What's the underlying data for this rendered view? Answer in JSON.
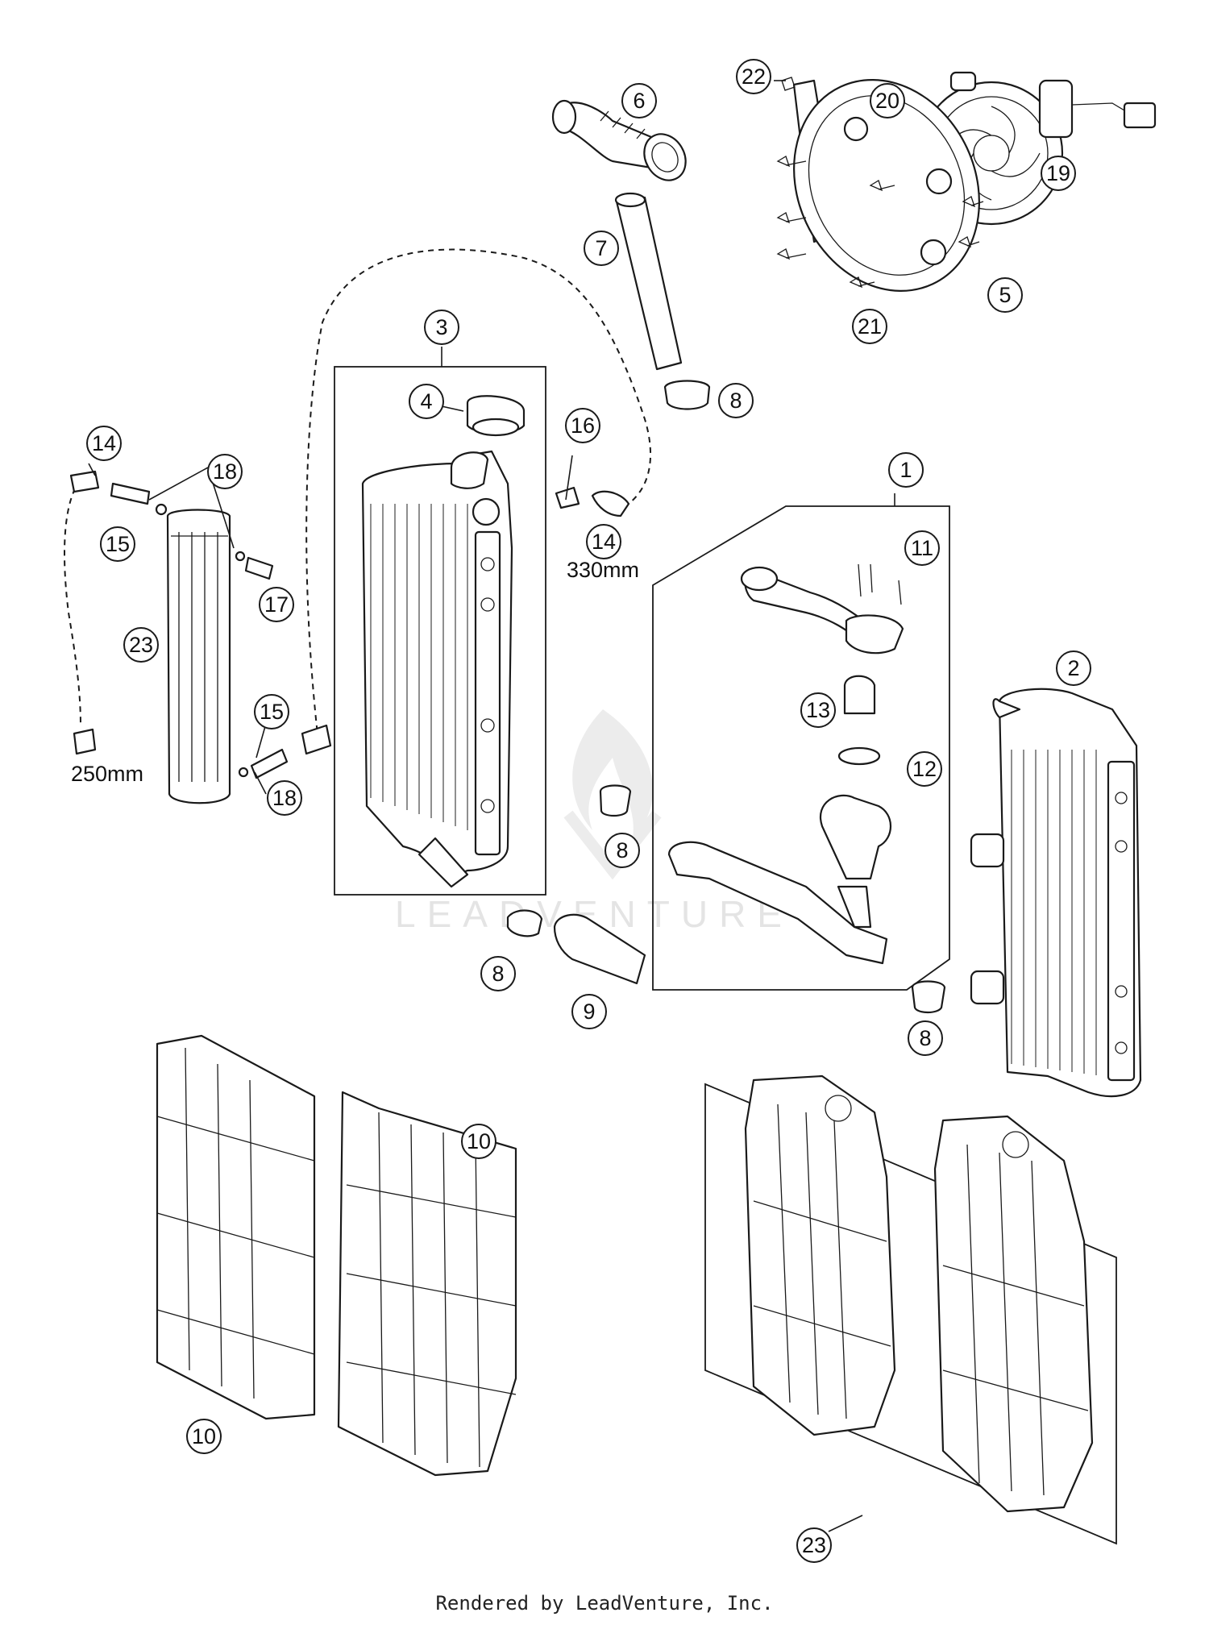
{
  "callouts": {
    "c1": "1",
    "c2": "2",
    "c3": "3",
    "c4": "4",
    "c5": "5",
    "c6": "6",
    "c7": "7",
    "c8": "8",
    "c9": "9",
    "c10": "10",
    "c11": "11",
    "c12": "12",
    "c13": "13",
    "c14": "14",
    "c15": "15",
    "c16": "16",
    "c17": "17",
    "c18": "18",
    "c19": "19",
    "c20": "20",
    "c21": "21",
    "c22": "22",
    "c23": "23"
  },
  "dimensions": {
    "hose_long": "330mm",
    "hose_short": "250mm"
  },
  "watermark": "LEADVENTURE",
  "footer": "Rendered by LeadVenture, Inc."
}
